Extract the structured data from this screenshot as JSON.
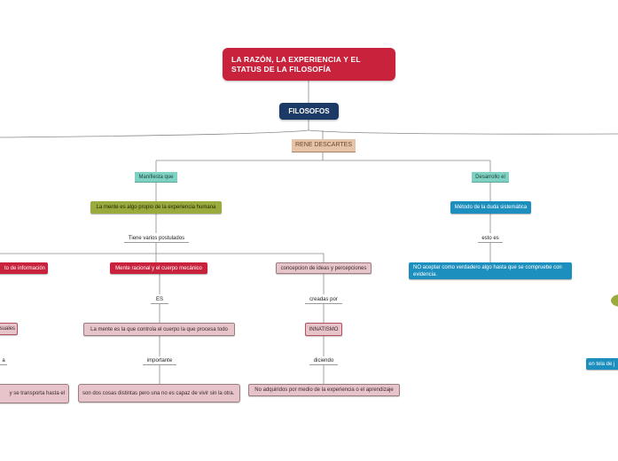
{
  "root": {
    "title": "LA RAZÓN, LA EXPERIENCIA Y EL STATUS DE LA FILOSOFÍA"
  },
  "filosofos": {
    "label": "FILOSOFOS"
  },
  "rene": {
    "label": "RENE DESCARTES"
  },
  "left_branch": {
    "manifiesta": "Manifiesta que",
    "mente_experiencia": "La mente es algo propio de la experiencia humana",
    "tiene_postulados": "Tiene varios postulados",
    "informacion": "to de información",
    "mente_racional": "Mente racional y el cuerpo mecánico",
    "concepcion": "concepcion de ideas y percepciones",
    "es": "ES",
    "creadas_por": "creadas por",
    "suales": "suales",
    "mente_controla": "La mente es la que controla el cuerpo la que procesa todo",
    "innatismo": "INNATISMO",
    "a": "a",
    "importante": "importante",
    "diciendo": "diciendo",
    "transporta": "y se transporta hasta el",
    "dos_cosas": "son dos cosas distintas pero una no es capaz de vivir sin la otra.",
    "no_adquiridos": "No adquiridos por medio de la experiencia o el aprendizaje"
  },
  "right_branch": {
    "desarrollo": "Desarrollo el",
    "metodo": "Método de la duda sistemática",
    "esto_es": "esto es",
    "no_aceptar": "NO aceptar como verdadero algo hasta que se compruebe con evidencia.",
    "en_tela": "en tela de j"
  },
  "colors": {
    "root": "#c8223d",
    "filosofos": "#1c3a66",
    "rene": "#e6c3a6",
    "teal": "#7fd2c3",
    "olive": "#9aaa3c",
    "blue": "#1d8fbe",
    "pink": "#e6c4c9"
  }
}
